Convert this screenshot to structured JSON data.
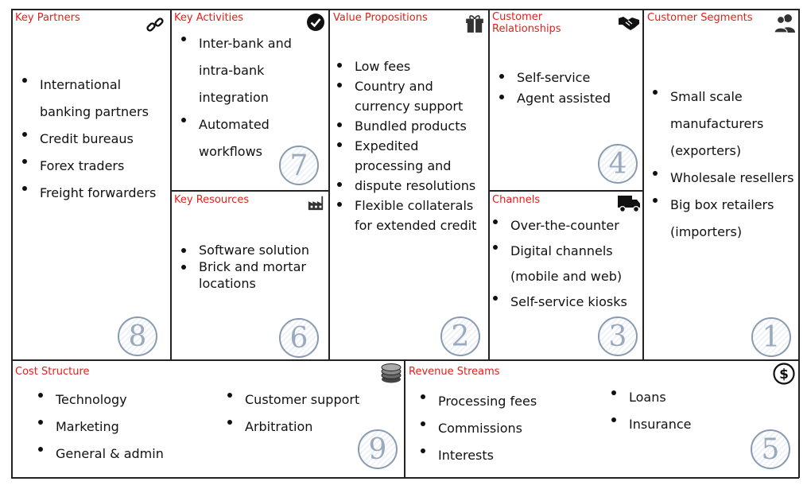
{
  "canvas": {
    "key_partners": {
      "title": "Key Partners",
      "icon": "chain-link-icon",
      "items": [
        "International banking partners",
        "Credit bureaus",
        "Forex traders",
        "Freight forwarders"
      ],
      "number": "8"
    },
    "key_activities": {
      "title": "Key Activities",
      "icon": "check-circle-icon",
      "items": [
        "Inter-bank and intra-bank integration",
        "Automated workflows"
      ],
      "number": "7"
    },
    "key_resources": {
      "title": "Key Resources",
      "icon": "factory-icon",
      "items": [
        "Software solution",
        "Brick and mortar locations"
      ],
      "number": "6"
    },
    "value_propositions": {
      "title": "Value Propositions",
      "icon": "gift-icon",
      "items": [
        "Low fees",
        "Country and currency support",
        "Bundled products",
        "Expedited processing and",
        "dispute resolutions",
        "Flexible collaterals for extended credit"
      ],
      "number": "2"
    },
    "customer_relationships": {
      "title": "Customer Relationships",
      "icon": "handshake-icon",
      "items": [
        "Self-service",
        "Agent assisted"
      ],
      "number": "4"
    },
    "channels": {
      "title": "Channels",
      "icon": "truck-icon",
      "items": [
        "Over-the-counter",
        "Digital channels (mobile and web)",
        "Self-service kiosks"
      ],
      "number": "3"
    },
    "customer_segments": {
      "title": "Customer Segments",
      "icon": "people-icon",
      "items": [
        "Small scale manufacturers (exporters)",
        "Wholesale resellers",
        "Big box retailers (importers)"
      ],
      "number": "1"
    },
    "cost_structure": {
      "title": "Cost Structure",
      "icon": "coins-icon",
      "items_left": [
        "Technology",
        "Marketing",
        "General & admin"
      ],
      "items_right": [
        "Customer support",
        "Arbitration"
      ],
      "number": "9"
    },
    "revenue_streams": {
      "title": "Revenue Streams",
      "icon": "dollar-circle-icon",
      "items_left": [
        "Processing fees",
        "Commissions",
        "Interests"
      ],
      "items_right": [
        "Loans",
        "Insurance"
      ],
      "number": "5"
    }
  },
  "colors": {
    "title": "#e0201b",
    "border": "#222222",
    "number_badge": "#8a9bb0"
  }
}
